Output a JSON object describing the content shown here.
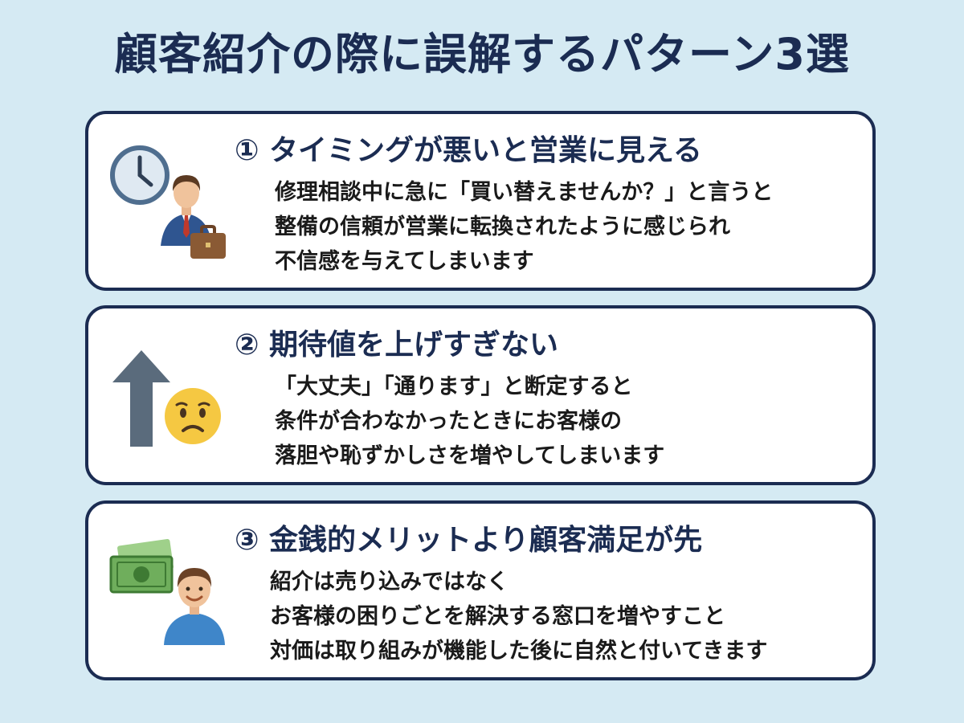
{
  "page": {
    "title": "顧客紹介の際に誤解するパターン3選"
  },
  "cards": [
    {
      "heading": "① タイミングが悪いと営業に見える",
      "lines": [
        "修理相談中に急に「買い替えませんか？」と言うと",
        "整備の信頼が営業に転換されたように感じられ",
        "不信感を与えてしまいます"
      ],
      "icons": [
        "clock-icon",
        "businessman-icon",
        "briefcase-icon"
      ]
    },
    {
      "heading": "② 期待値を上げすぎない",
      "lines": [
        "「大丈夫」「通ります」と断定すると",
        "条件が合わなかったときにお客様の",
        "落胆や恥ずかしさを増やしてしまいます"
      ],
      "icons": [
        "up-arrow-icon",
        "worried-face-icon"
      ]
    },
    {
      "heading": "③ 金銭的メリットより顧客満足が先",
      "lines": [
        "紹介は売り込みではなく",
        "お客様の困りごとを解決する窓口を増やすこと",
        "対価は取り組みが機能した後に自然と付いてきます"
      ],
      "icons": [
        "money-icon",
        "smiling-person-icon"
      ]
    }
  ],
  "colors": {
    "background": "#d5eaf3",
    "navy": "#1b2c52",
    "card": "#ffffff",
    "arrow": "#5a6b7c",
    "face": "#f5c842",
    "money": "#6fae5c"
  }
}
